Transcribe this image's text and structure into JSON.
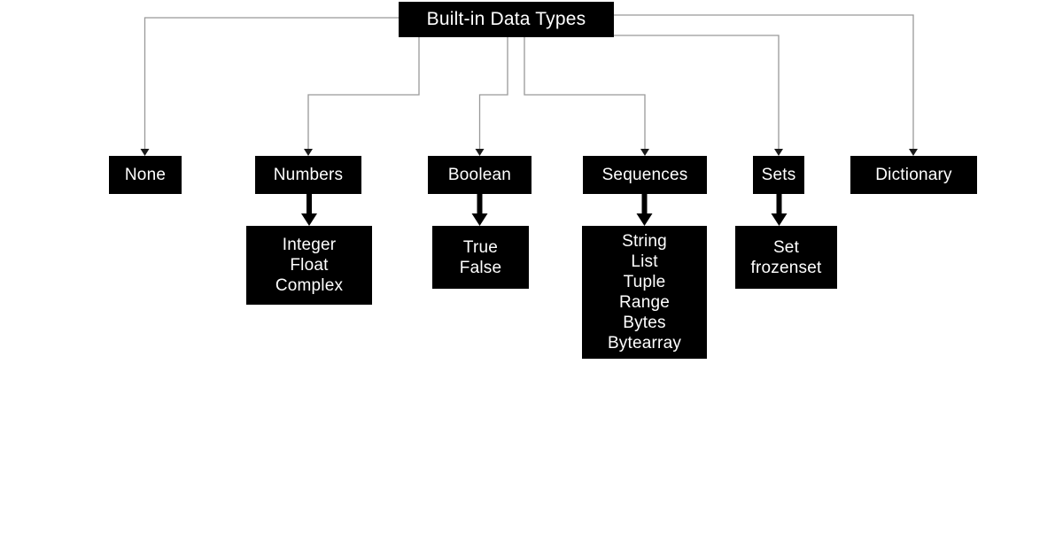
{
  "diagram": {
    "title": "Built-in Data Types",
    "colors": {
      "background": "#ffffff",
      "box_bg": "#000000",
      "box_text": "#ffffff",
      "connector_line": "#999999",
      "connector_arrow": "#1a1a1a",
      "thick_arrow": "#000000"
    },
    "root": {
      "label": "Built-in Data Types"
    },
    "level1": [
      {
        "id": "none",
        "label": "None"
      },
      {
        "id": "numbers",
        "label": "Numbers"
      },
      {
        "id": "boolean",
        "label": "Boolean"
      },
      {
        "id": "sequences",
        "label": "Sequences"
      },
      {
        "id": "sets",
        "label": "Sets"
      },
      {
        "id": "dictionary",
        "label": "Dictionary"
      }
    ],
    "level2": {
      "numbers": [
        "Integer",
        "Float",
        "Complex"
      ],
      "boolean": [
        "True",
        "False"
      ],
      "sequences": [
        "String",
        "List",
        "Tuple",
        "Range",
        "Bytes",
        "Bytearray"
      ],
      "sets": [
        "Set",
        "frozenset"
      ]
    }
  }
}
